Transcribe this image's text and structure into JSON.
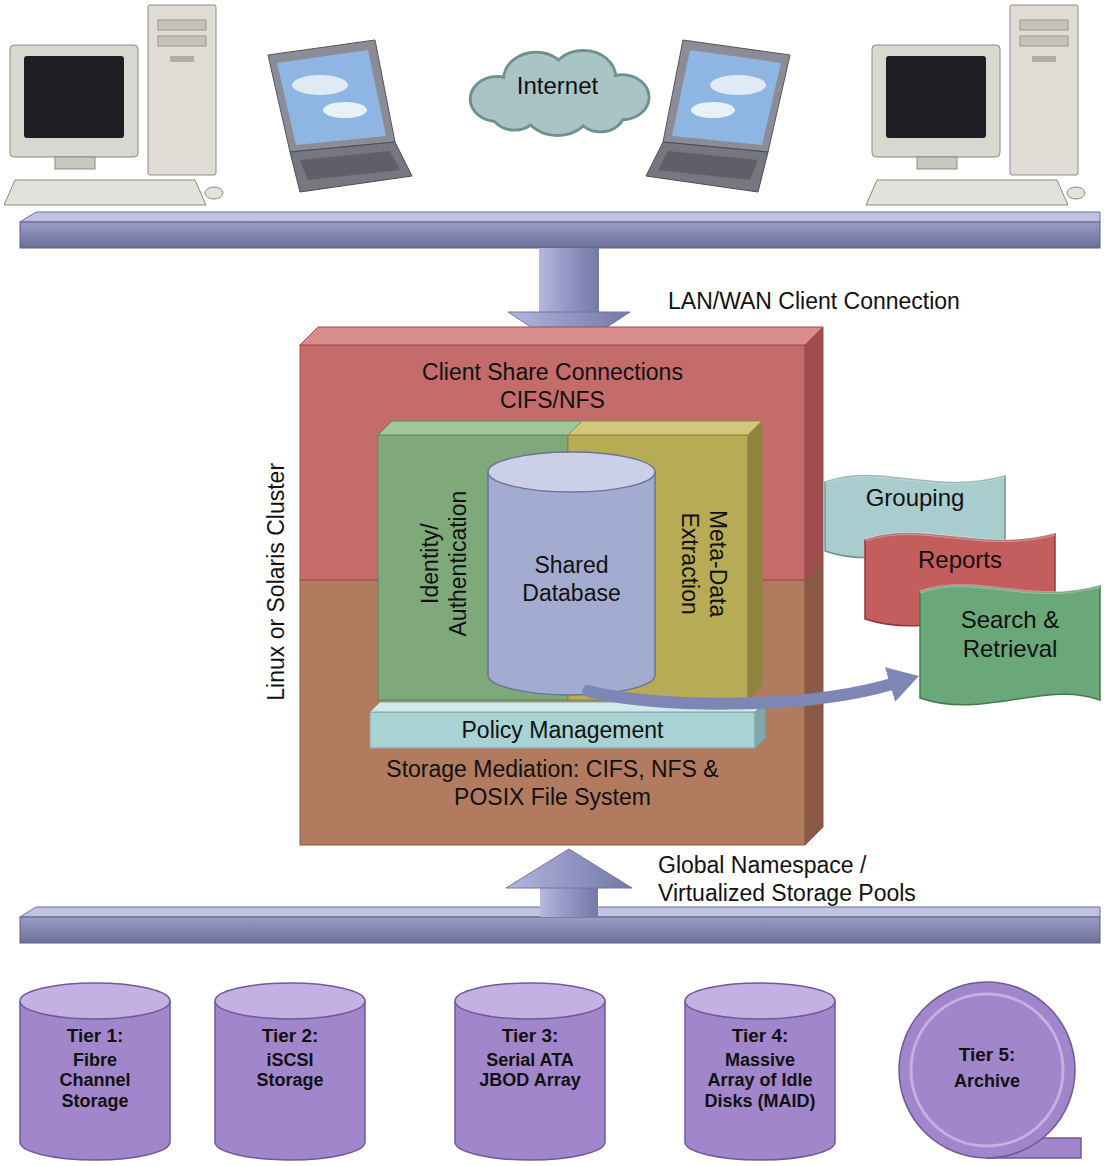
{
  "diagram": {
    "nodes": [
      {
        "text": [
          "Internet"
        ]
      },
      {
        "text": [
          "Linux or Solaris Cluster"
        ]
      },
      {
        "text": [
          "Client Share Connections CIFS/NFS"
        ],
        "in": 1
      },
      {
        "text": [
          "Storage Mediation: CIFS, NFS & POSIX File System"
        ],
        "in": 1
      },
      {
        "text": [
          "Identity/ Authentication"
        ],
        "in": 1
      },
      {
        "text": [
          "Meta-Data Extraction"
        ],
        "in": 1
      },
      {
        "text": [
          "Shared Database"
        ],
        "in": 1
      },
      {
        "text": [
          "Policy Management"
        ],
        "in": 1
      },
      {
        "text": [
          "Grouping"
        ]
      },
      {
        "text": [
          "Reports"
        ]
      },
      {
        "text": [
          "Search & Retrieval"
        ]
      },
      {
        "text": [
          "Tier 1:",
          "Fibre Channel Storage"
        ]
      },
      {
        "text": [
          "Tier 2:",
          "iSCSI Storage"
        ]
      },
      {
        "text": [
          "Tier 3:",
          "Serial ATA JBOD Array"
        ]
      },
      {
        "text": [
          "Tier 4:",
          "Massive Array of Idle Disks (MAID)"
        ]
      },
      {
        "text": [
          "Tier 5:",
          "Archive"
        ]
      }
    ],
    "edges": [
      {
        "from": 6,
        "to": 10,
        "arrow": "to"
      }
    ],
    "labels": [
      "LAN/WAN Client Connection",
      "Global Namespace / Virtualized Storage Pools"
    ]
  }
}
